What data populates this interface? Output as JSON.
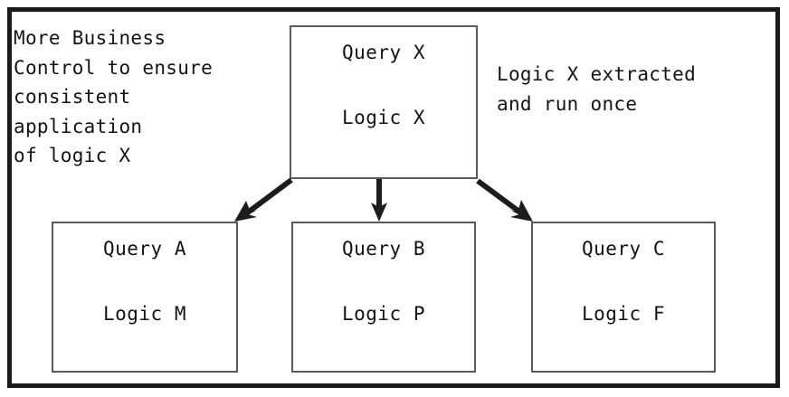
{
  "diagram": {
    "title_text": "",
    "colors": {
      "frame": "#1a1a1a",
      "box_border": "#5a5a5a",
      "text": "#141414",
      "arrow": "#1c1c1c",
      "background": "#ffffff"
    },
    "notes": {
      "left": "More Business\nControl to ensure\nconsistent\napplication\nof logic X",
      "right": "Logic X extracted\nand run once"
    },
    "boxes": {
      "top": {
        "line1": "Query X",
        "line2": "Logic X"
      },
      "a": {
        "line1": "Query A",
        "line2": "Logic M"
      },
      "b": {
        "line1": "Query B",
        "line2": "Logic P"
      },
      "c": {
        "line1": "Query C",
        "line2": "Logic F"
      }
    },
    "arrows": [
      {
        "name": "arrow-top-to-a",
        "from": "top",
        "to": "a",
        "direction": "down-left"
      },
      {
        "name": "arrow-top-to-b",
        "from": "top",
        "to": "b",
        "direction": "down"
      },
      {
        "name": "arrow-top-to-c",
        "from": "top",
        "to": "c",
        "direction": "down-right"
      }
    ]
  }
}
